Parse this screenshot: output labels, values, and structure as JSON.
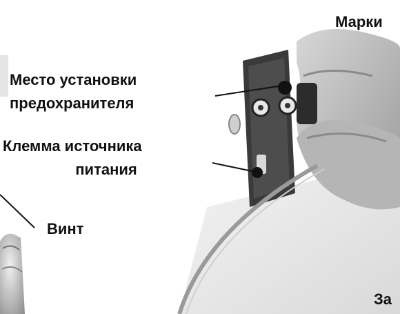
{
  "labels": {
    "top_right": "Марки",
    "fuse_location_line1": "Место установки",
    "fuse_location_line2": "предохранителя",
    "power_terminal_line1": "Клемма источника",
    "power_terminal_line2": "питания",
    "screw": "Винт",
    "bottom_right": "За"
  },
  "colors": {
    "text": "#111111",
    "photo_grey": "#c8c8c8",
    "panel_dark": "#3a3a3a"
  }
}
